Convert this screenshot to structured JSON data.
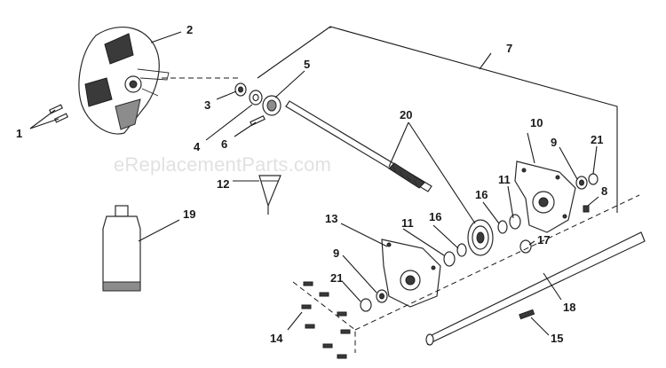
{
  "watermark": "eReplacementParts.com",
  "callouts": {
    "c1": "1",
    "c2": "2",
    "c3": "3",
    "c4": "4",
    "c5": "5",
    "c6": "6",
    "c7": "7",
    "c8": "8",
    "c9a": "9",
    "c9b": "9",
    "c10": "10",
    "c11a": "11",
    "c11b": "11",
    "c12": "12",
    "c13": "13",
    "c14": "14",
    "c15": "15",
    "c16a": "16",
    "c16b": "16",
    "c17": "17",
    "c18": "18",
    "c19": "19",
    "c20": "20",
    "c21a": "21",
    "c21b": "21"
  }
}
